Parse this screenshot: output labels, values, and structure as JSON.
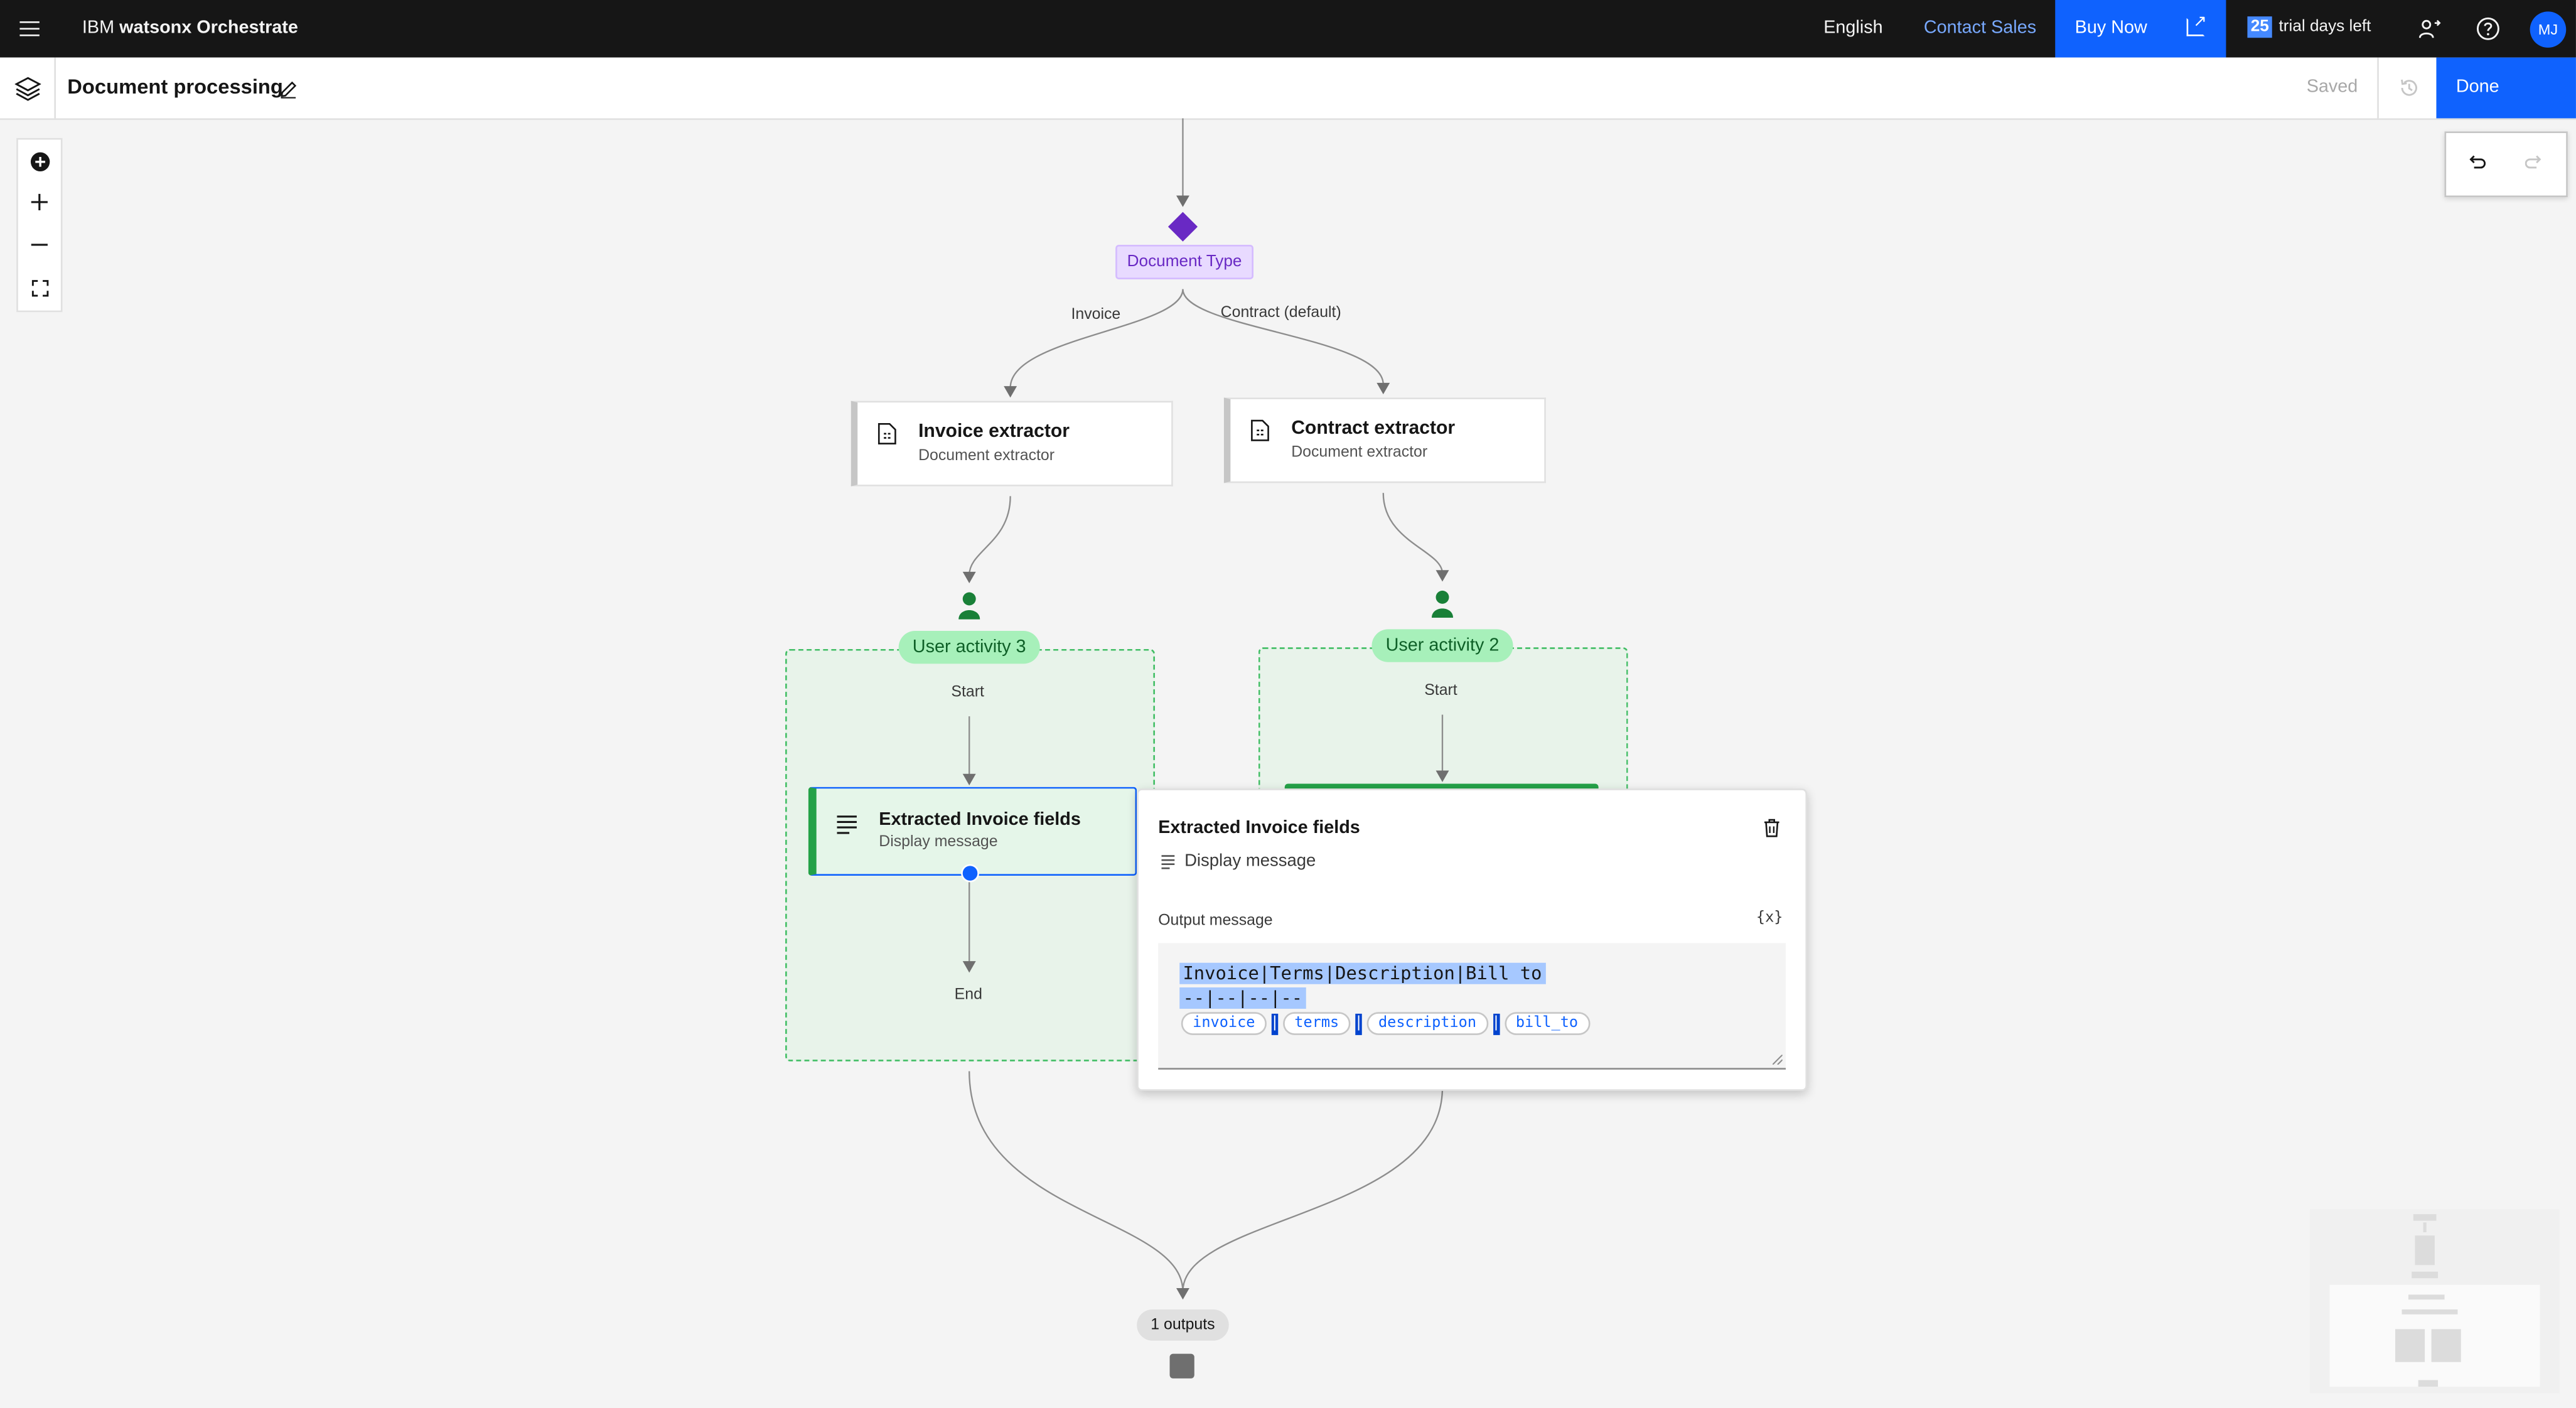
{
  "app": {
    "brand_prefix": "IBM",
    "brand_product": "watsonx Orchestrate",
    "language": "English",
    "contact_sales": "Contact Sales",
    "buy_now": "Buy Now",
    "trial_days": "25",
    "trial_text": "trial days left",
    "avatar_initials": "MJ"
  },
  "toolbar": {
    "title": "Document processing",
    "saved_label": "Saved",
    "done_label": "Done"
  },
  "flow": {
    "decision_label": "Document Type",
    "branch_invoice": "Invoice",
    "branch_contract": "Contract (default)",
    "invoice_node": {
      "title": "Invoice extractor",
      "subtitle": "Document extractor"
    },
    "contract_node": {
      "title": "Contract extractor",
      "subtitle": "Document extractor"
    },
    "activity_left": "User activity 3",
    "activity_right": "User activity 2",
    "start_label": "Start",
    "end_label": "End",
    "selected_node": {
      "title": "Extracted Invoice fields",
      "subtitle": "Display message"
    },
    "outputs_label": "1 outputs"
  },
  "popover": {
    "title": "Extracted Invoice fields",
    "type": "Display message",
    "output_label": "Output message",
    "variable_button": "{x}",
    "line1": "Invoice|Terms|Description|Bill to",
    "line2": "--|--|--|--",
    "chips": [
      "invoice",
      "terms",
      "description",
      "bill_to"
    ],
    "separator": "|"
  }
}
